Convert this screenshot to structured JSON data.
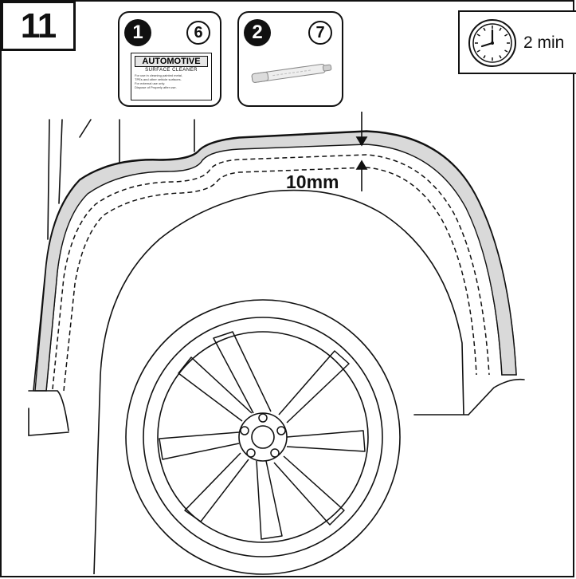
{
  "step": {
    "number": "11"
  },
  "items": [
    {
      "index": "1",
      "quantity": "6",
      "label_title": "AUTOMOTIVE",
      "label_subtitle": "SURFACE CLEANER",
      "label_fine_print": [
        "For use in cleaning painted metal,",
        "TPEs and other vehicle surfaces.",
        "For external use only.",
        "Dispose of Properly after use."
      ]
    },
    {
      "index": "2",
      "quantity": "7"
    }
  ],
  "time": {
    "duration": "2 min",
    "icon": "clock-icon"
  },
  "measurement": {
    "offset_label": "10mm"
  }
}
